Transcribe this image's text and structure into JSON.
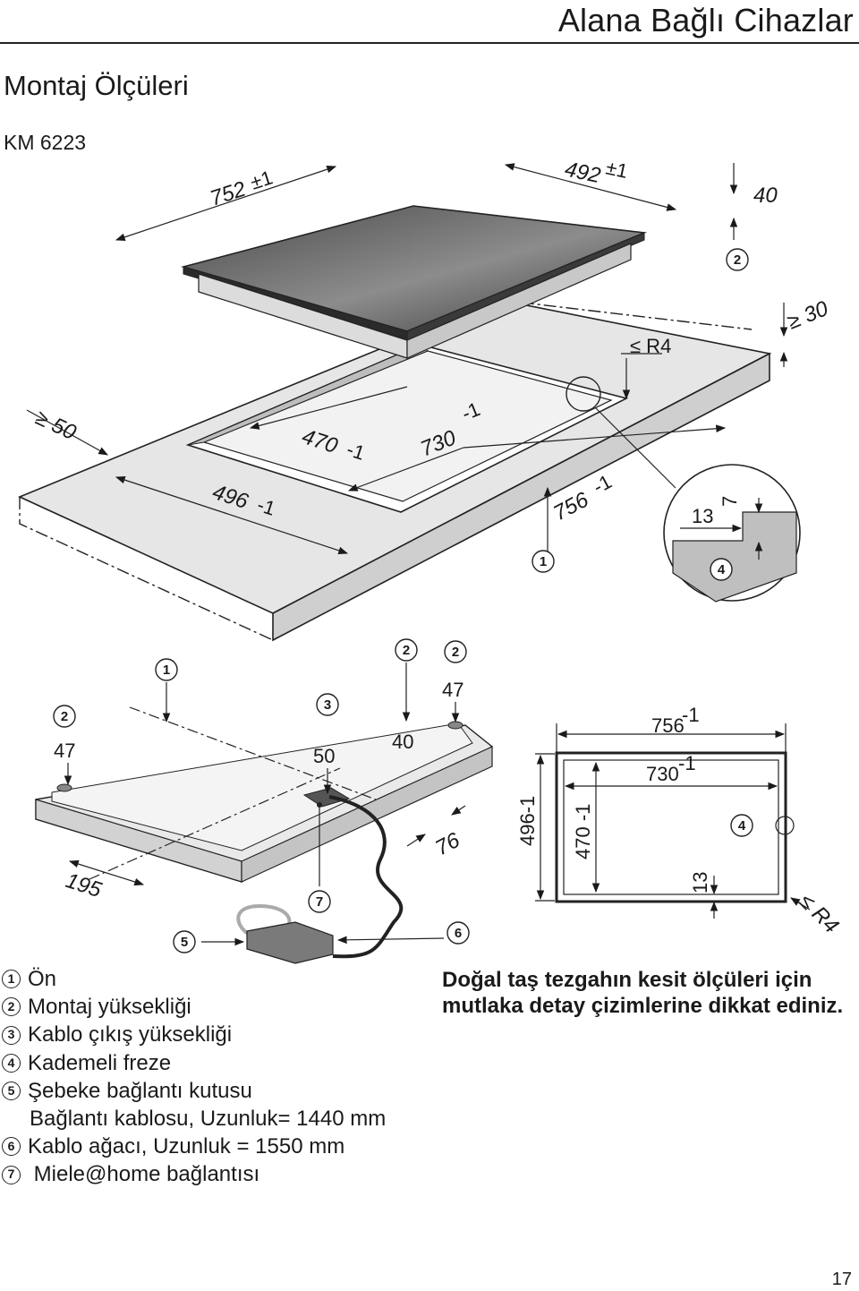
{
  "header": {
    "title": "Alana Bağlı Cihazlar"
  },
  "section": {
    "title": "Montaj Ölçüleri",
    "model": "KM 6223"
  },
  "top_drawing": {
    "dim_752": "752",
    "tol_752": "±1",
    "dim_492": "492",
    "tol_492": "±1",
    "dim_40": "40",
    "dim_30": "≥ 30",
    "dim_r4": "≤ R4",
    "dim_50": "≥ 50",
    "dim_470": "470",
    "tol_470": "-1",
    "dim_730": "730",
    "tol_730": "-1",
    "dim_496": "496",
    "tol_496": "-1",
    "dim_756": "756",
    "tol_756": "-1",
    "detail_13": "13",
    "detail_7": "7",
    "callout_1": "1",
    "callout_2": "2",
    "callout_4": "4"
  },
  "bottom_drawing": {
    "dim_47a": "47",
    "dim_47b": "47",
    "dim_50": "50",
    "dim_40": "40",
    "dim_76": "76",
    "dim_195": "195",
    "callout_1": "1",
    "callout_2a": "2",
    "callout_2b": "2",
    "callout_2c": "2",
    "callout_3": "3",
    "callout_5": "5",
    "callout_6": "6",
    "callout_7": "7"
  },
  "plan_drawing": {
    "dim_756": "756",
    "tol_756": "-1",
    "dim_730": "730",
    "tol_730": "-1",
    "dim_496": "496-1",
    "dim_470": "470 -1",
    "dim_13": "13",
    "dim_r4": "≤ R4",
    "callout_4": "4"
  },
  "legend": {
    "items": [
      {
        "num": "1",
        "text": "Ön"
      },
      {
        "num": "2",
        "text": "Montaj yüksekliği"
      },
      {
        "num": "3",
        "text": "Kablo çıkış yüksekliği"
      },
      {
        "num": "4",
        "text": "Kademeli freze"
      },
      {
        "num": "5",
        "text": "Şebeke bağlantı kutusu"
      },
      {
        "num": "",
        "text": "Bağlantı kablosu, Uzunluk= 1440 mm"
      },
      {
        "num": "6",
        "text": "Kablo ağacı, Uzunluk = 1550 mm"
      },
      {
        "num": "7",
        "text": " Miele@home bağlantısı"
      }
    ]
  },
  "note": "Doğal taş tezgahın kesit ölçüleri için mutlaka detay çizimlerine dikkat ediniz.",
  "page_number": "17"
}
